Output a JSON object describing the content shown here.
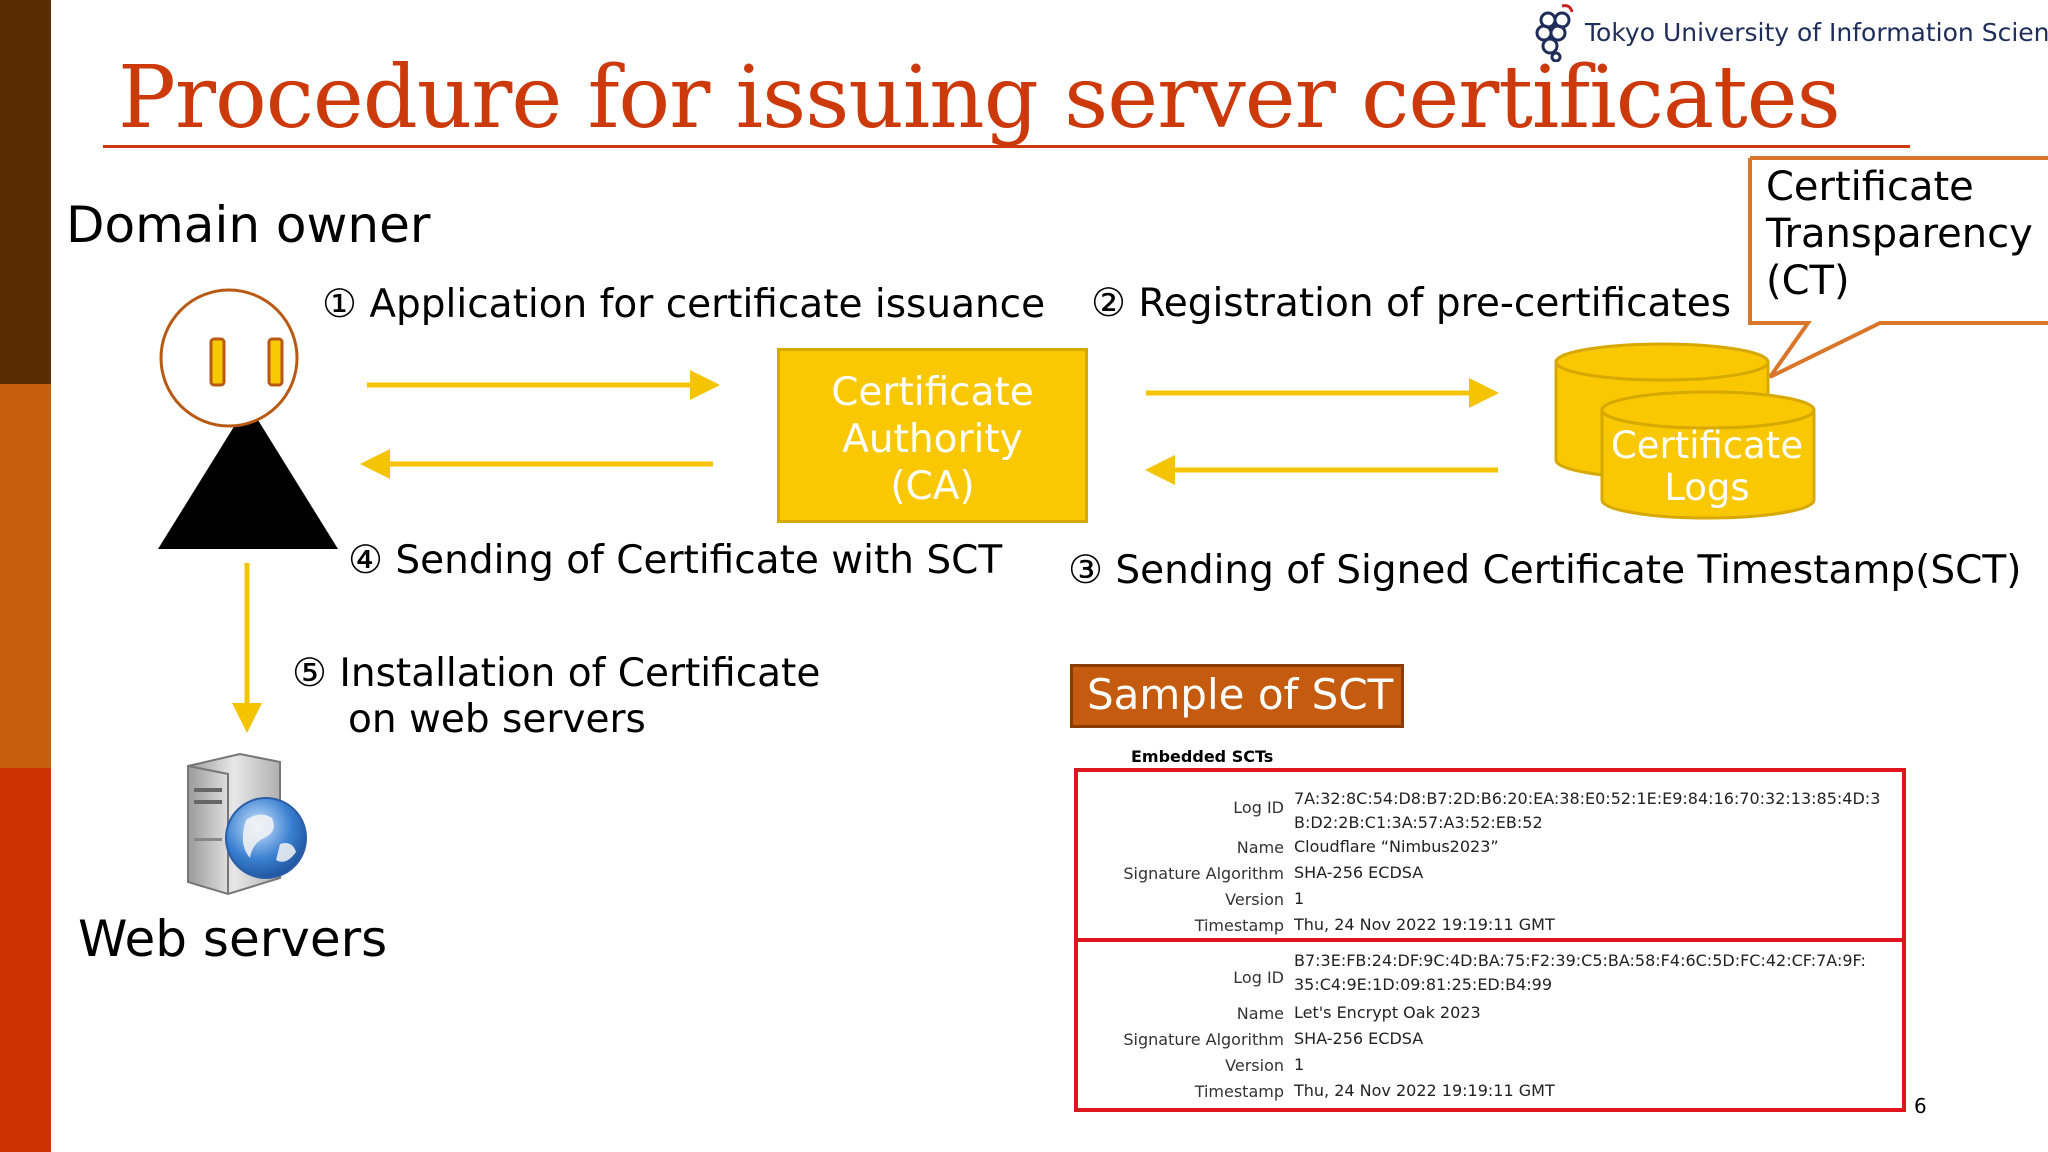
{
  "slide": {
    "title": "Procedure for issuing server certificates",
    "university": "Tokyo University of Information Sciences",
    "page_number": "6"
  },
  "actors": {
    "domain_owner": "Domain owner",
    "web_servers": "Web servers"
  },
  "nodes": {
    "ca": [
      "Certificate",
      "Authority",
      "(CA)"
    ],
    "logs": [
      "Certificate",
      "Logs"
    ],
    "ct_callout": [
      "Certificate",
      "Transparency",
      "(CT)"
    ]
  },
  "steps": {
    "step1": "① Application for certificate issuance",
    "step2": "② Registration of pre-certificates",
    "step3": "③ Sending of Signed Certificate Timestamp(SCT)",
    "step4": "④ Sending of Certificate with SCT",
    "step5_line1": "⑤ Installation of Certificate",
    "step5_line2": "on web servers"
  },
  "sample": {
    "badge": "Sample of SCT",
    "heading": "Embedded SCTs",
    "labels": {
      "log_id": "Log ID",
      "name": "Name",
      "sig_alg": "Signature Algorithm",
      "version": "Version",
      "timestamp": "Timestamp"
    },
    "scts": [
      {
        "log_id_1": "7A:32:8C:54:D8:B7:2D:B6:20:EA:38:E0:52:1E:E9:84:16:70:32:13:85:4D:3",
        "log_id_2": "B:D2:2B:C1:3A:57:A3:52:EB:52",
        "name": "Cloudflare “Nimbus2023”",
        "sig_alg": "SHA-256 ECDSA",
        "version": "1",
        "timestamp": "Thu, 24 Nov 2022 19:19:11 GMT"
      },
      {
        "log_id_1": "B7:3E:FB:24:DF:9C:4D:BA:75:F2:39:C5:BA:58:F4:6C:5D:FC:42:CF:7A:9F:",
        "log_id_2": "35:C4:9E:1D:09:81:25:ED:B4:99",
        "name": "Let's Encrypt Oak 2023",
        "sig_alg": "SHA-256 ECDSA",
        "version": "1",
        "timestamp": "Thu, 24 Nov 2022 19:19:11 GMT"
      }
    ]
  },
  "colors": {
    "title": "#cc3a0c",
    "arrow": "#f5c400",
    "box_fill": "#f9c800",
    "badge": "#c45b0f",
    "sct_border": "#e0141e",
    "callout_border": "#d9762a",
    "sidebar": [
      "#5a2d00",
      "#c65e0c",
      "#cc3300"
    ]
  },
  "icons": {
    "logo": "grape-logo-icon",
    "person": "person-icon",
    "server": "server-globe-icon",
    "database": "database-icon"
  }
}
